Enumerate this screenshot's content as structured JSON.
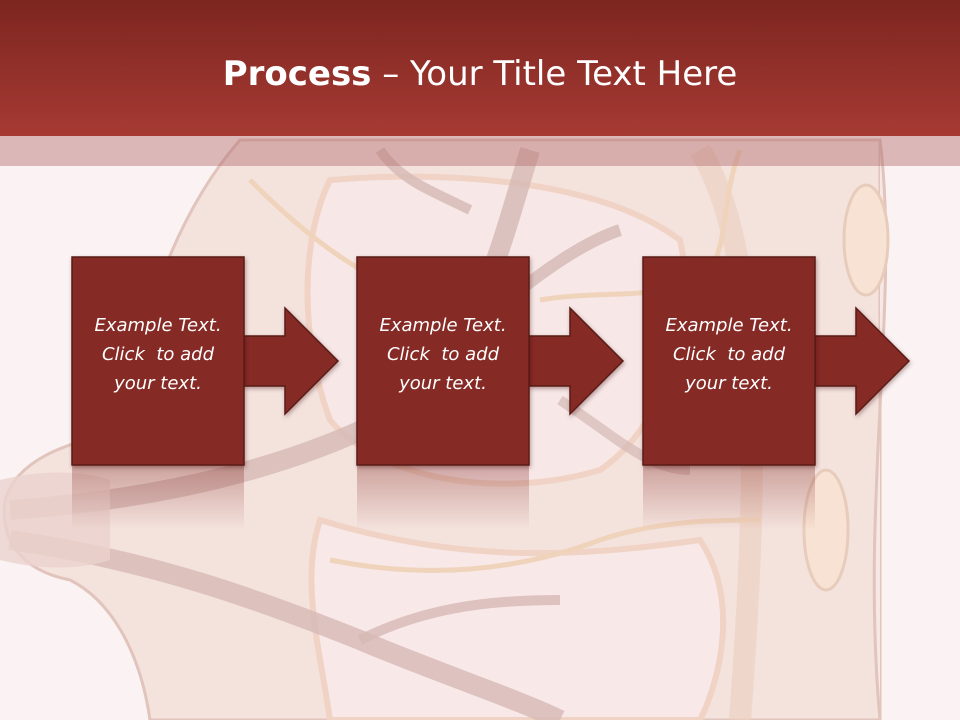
{
  "title": {
    "bold": "Process",
    "rest": " – Your Title Text Here"
  },
  "steps": [
    {
      "line1": "Example Text.",
      "line2": "Click  to add",
      "line3": "your text."
    },
    {
      "line1": "Example Text.",
      "line2": "Click  to add",
      "line3": "your text."
    },
    {
      "line1": "Example Text.",
      "line2": "Click  to add",
      "line3": "your text."
    }
  ],
  "colors": {
    "header": "#a63a33",
    "box": "#862c27",
    "box_border": "#5a1a17"
  }
}
